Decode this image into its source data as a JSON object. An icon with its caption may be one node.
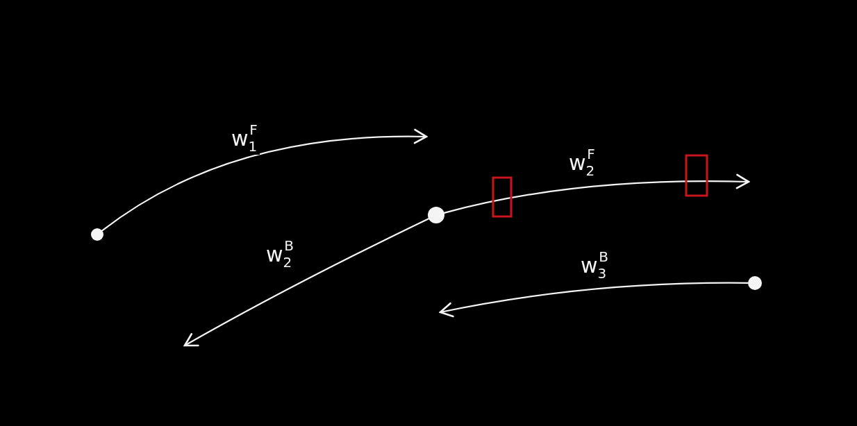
{
  "diagram": {
    "nodes": [
      {
        "text": [],
        "shape": "circle"
      },
      {
        "text": [],
        "shape": "circle"
      },
      {
        "text": [],
        "shape": "circle"
      }
    ],
    "edges": [
      {
        "from": 0,
        "to": null,
        "arrow": "to",
        "label": "w$_{1}$$^{F}$"
      },
      {
        "from": 1,
        "to": null,
        "arrow": "to",
        "label": "w$_{2}$$^{B}$"
      },
      {
        "from": 1,
        "to": null,
        "arrow": "to",
        "label": "w$_{2}$$^{F}$"
      },
      {
        "from": 2,
        "to": null,
        "arrow": "to",
        "label": "w$_{3}$$^{B}$"
      }
    ]
  }
}
